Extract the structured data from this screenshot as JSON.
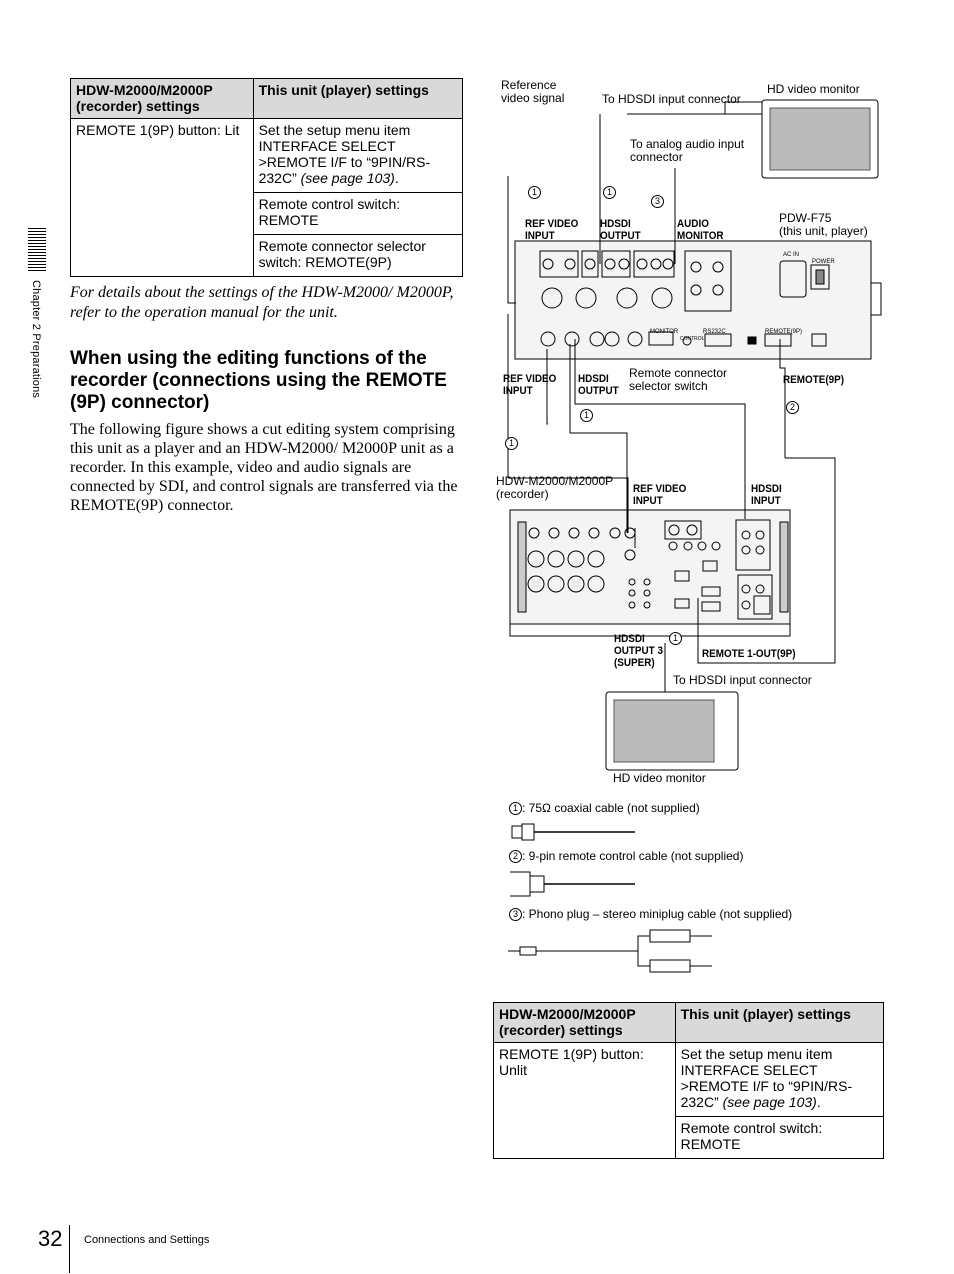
{
  "side_tab": {
    "chapter": "Chapter 2  Preparations"
  },
  "table_top": {
    "header_recorder": "HDW-M2000/M2000P (recorder) settings",
    "header_player": "This unit (player) settings",
    "recorder_setting": "REMOTE 1(9P) button: Lit",
    "player_row1_text": "Set the setup menu item INTERFACE SELECT >REMOTE I/F to “9PIN/RS-232C” ",
    "player_row1_ref": "(see page 103)",
    "player_row1_end": ".",
    "player_row2": "Remote control switch: REMOTE",
    "player_row3": "Remote connector selector switch: REMOTE(9P)"
  },
  "note": "For details about the settings of the HDW-M2000/ M2000P, refer to the operation manual for the unit.",
  "section": {
    "heading": "When using the editing functions of the recorder (connections using the REMOTE (9P) connector)",
    "body": "The following figure shows a cut editing system comprising this unit as a player and an HDW-M2000/ M2000P unit as a recorder. In this example, video and audio signals are connected by SDI, and control signals are transferred via the REMOTE(9P) connector."
  },
  "diagram": {
    "ref_video_signal": "Reference\nvideo signal",
    "to_hdsdi_top": "To HDSDI input connector",
    "hd_monitor_top": "HD video monitor",
    "to_analog_audio": "To analog audio input\nconnector",
    "pdw_f75": "PDW-F75\n(this unit, player)",
    "ref_video_input_top": "REF VIDEO\nINPUT",
    "hdsdi_output_top": "HDSDI\nOUTPUT",
    "audio_monitor": "AUDIO\nMONITOR",
    "ref_video_input_mid": "REF VIDEO\nINPUT",
    "hdsdi_output_mid": "HDSDI\nOUTPUT",
    "remote_selector": "Remote connector\nselector switch",
    "remote_9p": "REMOTE(9P)",
    "recorder_label": "HDW-M2000/M2000P\n(recorder)",
    "ref_video_input_rec": "REF VIDEO\nINPUT",
    "hdsdi_input_rec": "HDSDI\nINPUT",
    "hdsdi_output3": "HDSDI\nOUTPUT 3\n(SUPER)",
    "remote_1_out": "REMOTE 1-OUT(9P)",
    "to_hdsdi_bottom": "To HDSDI input connector",
    "hd_monitor_bottom": "HD video monitor",
    "circle_1": "1",
    "circle_2": "2",
    "circle_3": "3",
    "panel_ac_in": "AC IN",
    "panel_power": "POWER",
    "panel_monitor": "MONITOR",
    "panel_remote9p": "REMOTE(9P)",
    "panel_rs232c": "RS232C",
    "panel_control": "CONTROL"
  },
  "legend": {
    "cable1": ": 75Ω coaxial cable (not supplied)",
    "cable2": ": 9-pin remote control cable (not supplied)",
    "cable3": ": Phono plug – stereo miniplug cable (not supplied)"
  },
  "table_bottom": {
    "header_recorder": "HDW-M2000/M2000P (recorder) settings",
    "header_player": "This unit (player) settings",
    "recorder_setting": "REMOTE 1(9P) button: Unlit",
    "player_row1_text": "Set the setup menu item INTERFACE SELECT >REMOTE I/F to “9PIN/RS-232C” ",
    "player_row1_ref": "(see page 103)",
    "player_row1_end": ".",
    "player_row2": "Remote control switch: REMOTE"
  },
  "footer": {
    "page_number": "32",
    "section": "Connections and Settings"
  }
}
